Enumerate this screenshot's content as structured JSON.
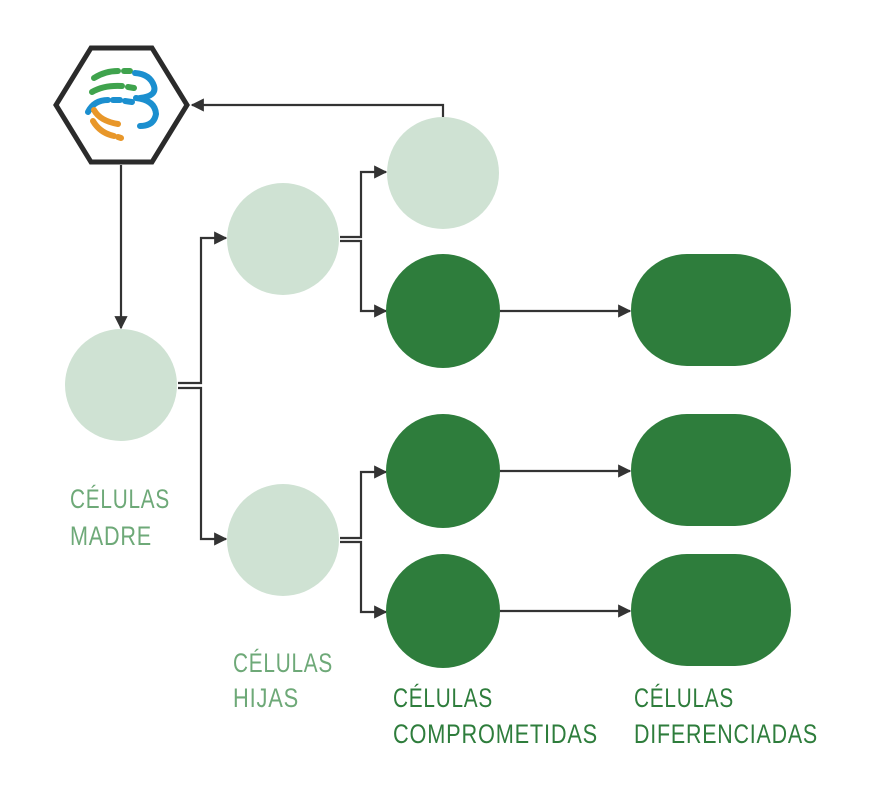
{
  "colors": {
    "light_cell": "#cfe2d3",
    "dark_cell": "#2e7d3c",
    "light_text": "#6ea978",
    "dark_text": "#2e7d3c",
    "connector": "#333333",
    "hexagon_stroke": "#2b2b2b",
    "logo_green": "#3fa34d",
    "logo_blue": "#1b8fcf",
    "logo_orange": "#e8972a"
  },
  "nodes": {
    "source_logo": {
      "icon": "dna-hexagon-logo-icon"
    },
    "stem_cell": {
      "type": "light-circle"
    },
    "daughter_cells": [
      {
        "type": "light-circle"
      },
      {
        "type": "light-circle"
      }
    ],
    "recycled_cell": {
      "type": "light-circle"
    },
    "committed_cells": [
      {
        "type": "dark-circle"
      },
      {
        "type": "dark-circle"
      },
      {
        "type": "dark-circle"
      }
    ],
    "differentiated_cells": [
      {
        "type": "dark-pill"
      },
      {
        "type": "dark-pill"
      },
      {
        "type": "dark-pill"
      }
    ]
  },
  "labels": {
    "stem": {
      "line1": "CÉLULAS",
      "line2": "MADRE"
    },
    "daughter": {
      "line1": "CÉLULAS",
      "line2": "HIJAS"
    },
    "committed": {
      "line1": "CÉLULAS",
      "line2": "COMPROMETIDAS"
    },
    "differentiated": {
      "line1": "CÉLULAS",
      "line2": "DIFERENCIADAS"
    }
  }
}
